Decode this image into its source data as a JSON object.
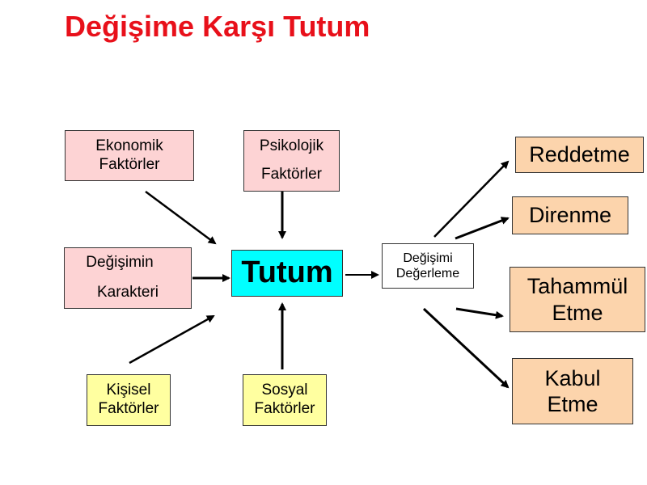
{
  "title": "Değişime Karşı Tutum",
  "center": "Tutum",
  "factors": {
    "ekonomik": [
      "Ekonomik",
      "Faktörler"
    ],
    "psikolojik": [
      "Psikolojik",
      "Faktörler"
    ],
    "degisim_karakteri": [
      "Değişimin",
      "Karakteri"
    ],
    "kisisel": [
      "Kişisel",
      "Faktörler"
    ],
    "sosyal": [
      "Sosyal",
      "Faktörler"
    ]
  },
  "evaluation": [
    "Değişimi",
    "Değerleme"
  ],
  "outcomes": {
    "reddetme": [
      "Reddetme"
    ],
    "direnme": [
      "Direnme"
    ],
    "tahammul": [
      "Tahammül",
      "Etme"
    ],
    "kabul": [
      "Kabul",
      "Etme"
    ]
  },
  "colors": {
    "title": "#e8101a",
    "factor_pink": "#fdd3d4",
    "factor_yellow": "#ffffa0",
    "outcome_orange": "#fcd4ac",
    "center_cyan": "#00ffff"
  }
}
